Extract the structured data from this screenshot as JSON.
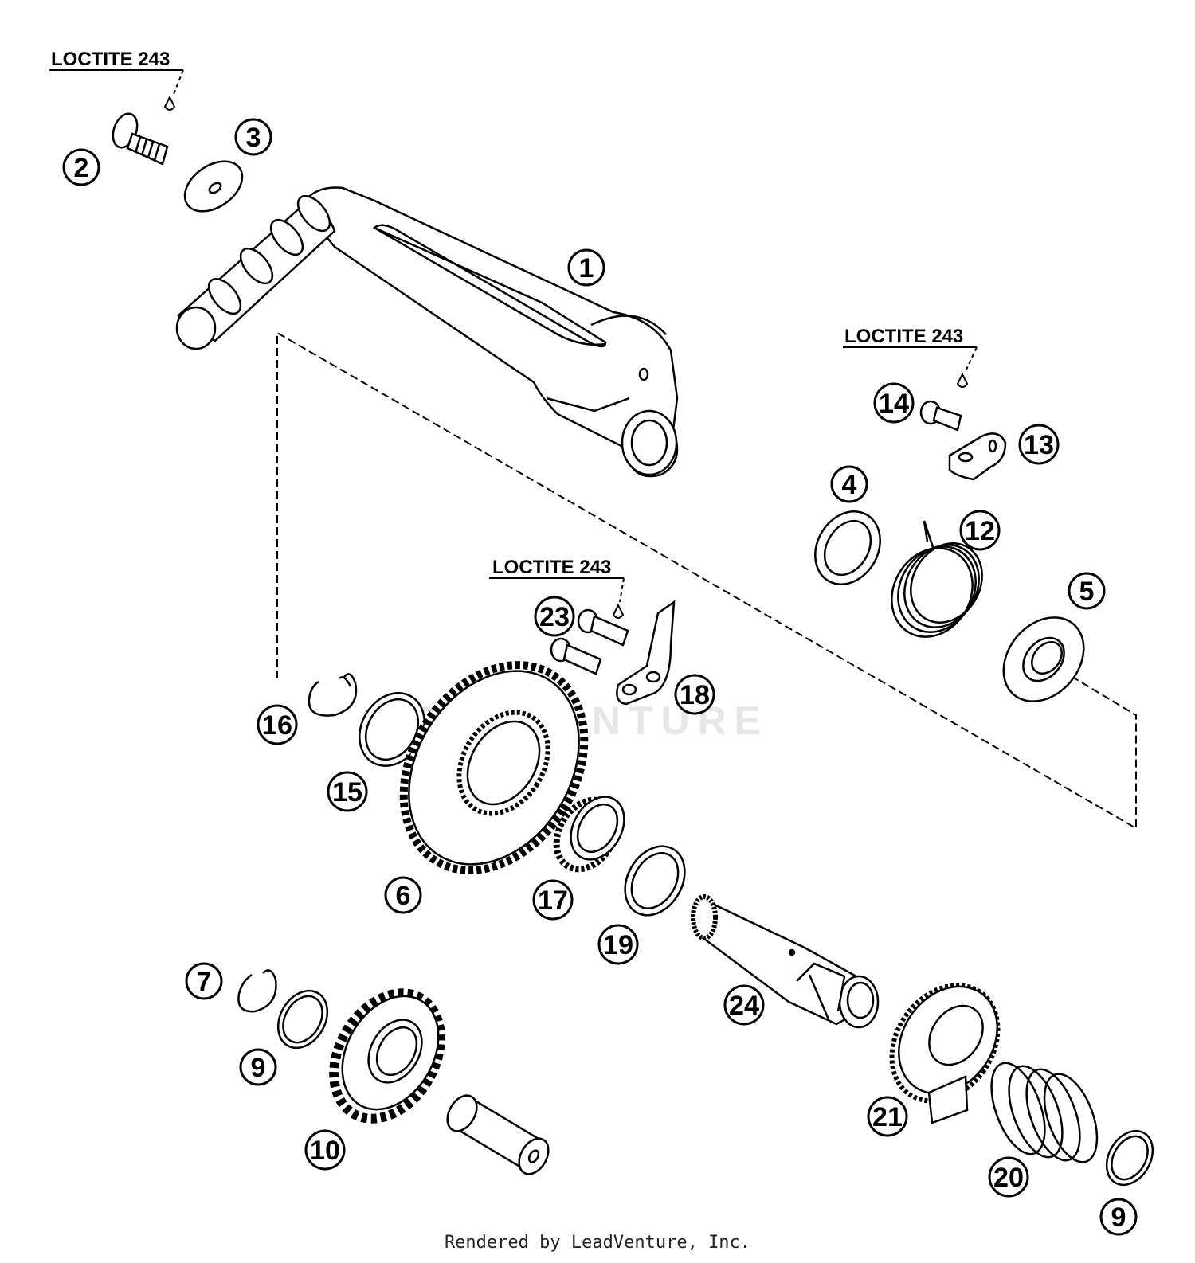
{
  "diagram": {
    "notes": [
      "LOCTITE 243",
      "LOCTITE 243",
      "LOCTITE 243"
    ],
    "watermark": "LEADVENTURE",
    "callouts": [
      "1",
      "2",
      "3",
      "4",
      "5",
      "6",
      "7",
      "9",
      "9",
      "10",
      "12",
      "13",
      "14",
      "15",
      "16",
      "17",
      "18",
      "19",
      "20",
      "21",
      "23",
      "24"
    ]
  },
  "footer": {
    "text": "Rendered by LeadVenture, Inc."
  }
}
